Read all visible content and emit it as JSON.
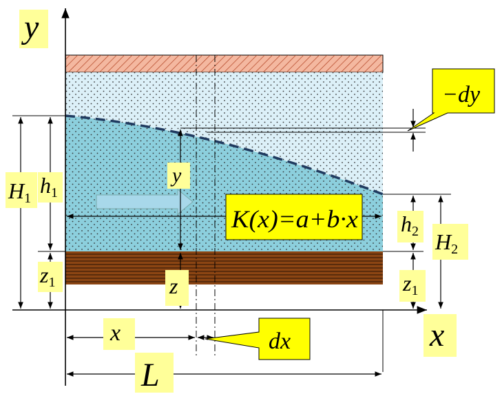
{
  "labels": {
    "y_axis": "y",
    "x_axis": "x",
    "minus_dy": "−dy",
    "y_var": "y",
    "H1": "H",
    "H1_sub": "1",
    "h1": "h",
    "h1_sub": "1",
    "z1_left": "z",
    "z1_left_sub": "1",
    "z_var": "z",
    "K_formula": "K(x)=a+b·x",
    "h2": "h",
    "h2_sub": "2",
    "H2": "H",
    "H2_sub": "2",
    "z1_right": "z",
    "z1_right_sub": "1",
    "x_var": "x",
    "dx": "dx",
    "L": "L"
  },
  "colors": {
    "label_bg": "#ffff99",
    "formula_bg": "#ffff00",
    "callout_bg": "#ffff00",
    "top_layer": "#f4b8a0",
    "unsaturated": "#dcf0f8",
    "saturated": "#8ccfdd",
    "aquitard": "#8b4513",
    "arrow_fill": "#a8d8ea",
    "water_table": "#1f3a5f"
  }
}
